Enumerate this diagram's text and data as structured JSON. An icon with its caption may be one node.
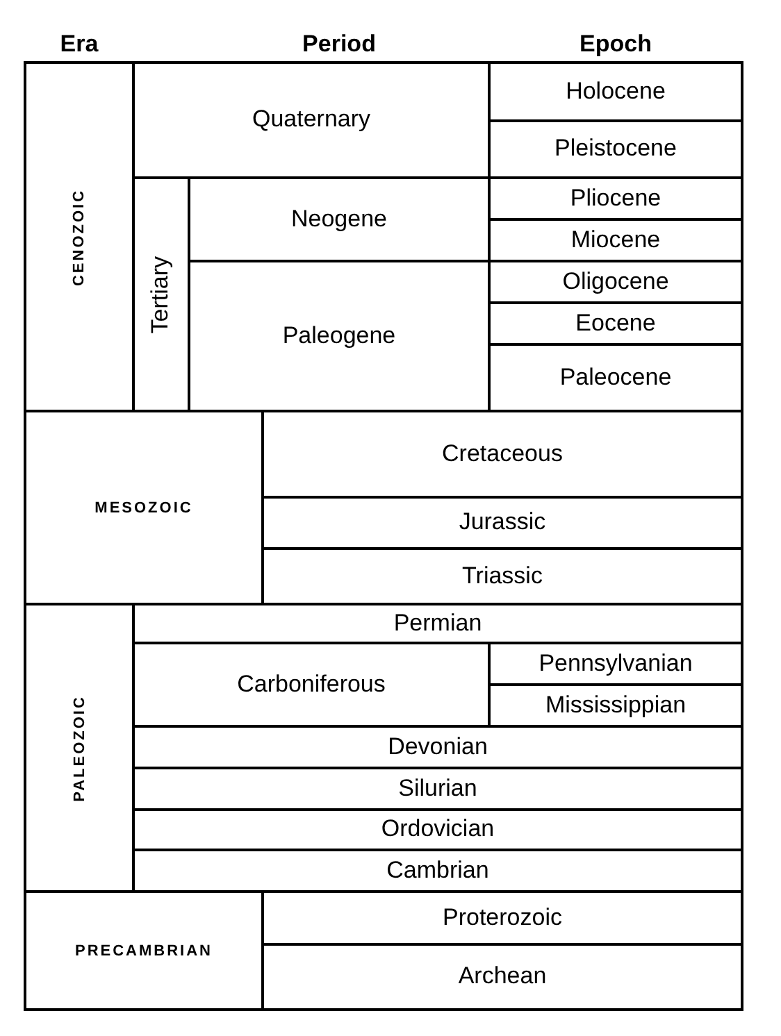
{
  "diagram": {
    "labels": [
      "Era",
      "Period",
      "Epoch",
      "CENOZOIC",
      "Quaternary",
      "Holocene",
      "Pleistocene",
      "Tertiary",
      "Neogene",
      "Pliocene",
      "Miocene",
      "Paleogene",
      "Oligocene",
      "Eocene",
      "Paleocene",
      "MESOZOIC",
      "Cretaceous",
      "Jurassic",
      "Triassic",
      "PALEOZOIC",
      "Permian",
      "Carboniferous",
      "Pennsylvanian",
      "Mississippian",
      "Devonian",
      "Silurian",
      "Ordovician",
      "Cambrian",
      "PRECAMBRIAN",
      "Proterozoic",
      "Archean"
    ]
  }
}
